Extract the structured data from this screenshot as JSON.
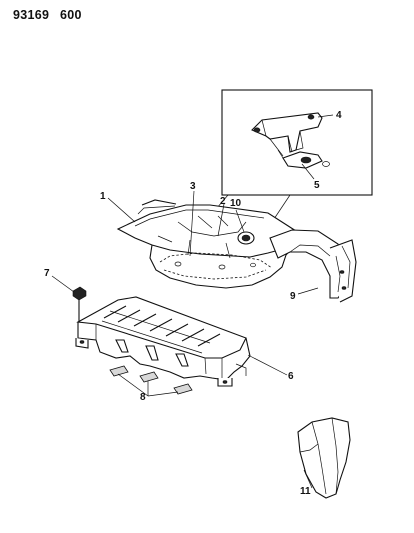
{
  "header": {
    "doc_number": "93169",
    "page_code": "600"
  },
  "callouts": [
    {
      "id": "c1",
      "label": "1"
    },
    {
      "id": "c2",
      "label": "2"
    },
    {
      "id": "c3",
      "label": "3"
    },
    {
      "id": "c4",
      "label": "4"
    },
    {
      "id": "c5",
      "label": "5"
    },
    {
      "id": "c6",
      "label": "6"
    },
    {
      "id": "c7",
      "label": "7"
    },
    {
      "id": "c8",
      "label": "8"
    },
    {
      "id": "c9",
      "label": "9"
    },
    {
      "id": "c10",
      "label": "10"
    },
    {
      "id": "c11",
      "label": "11"
    }
  ]
}
